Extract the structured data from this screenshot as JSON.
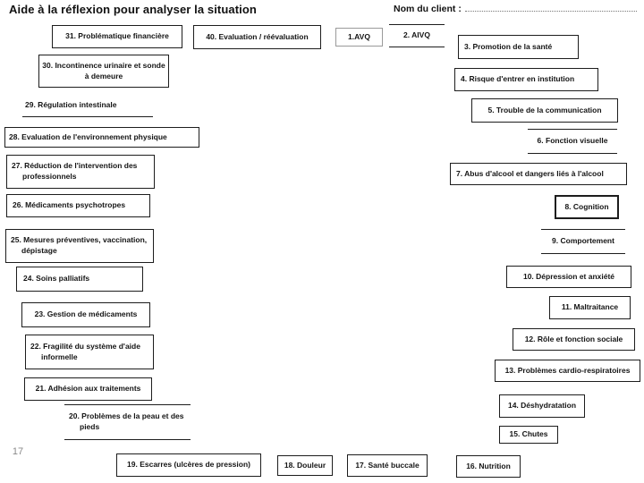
{
  "header": {
    "title": "Aide à la réflexion pour analyser la situation",
    "client_label": "Nom du client :"
  },
  "footer": {
    "page_number": "17"
  },
  "items": {
    "n1": {
      "label": "1.AVQ"
    },
    "n2": {
      "label": "2. AIVQ"
    },
    "n3": {
      "label": "3. Promotion de la santé"
    },
    "n4": {
      "label": "4. Risque d'entrer en institution"
    },
    "n5": {
      "label": "5. Trouble de la communication"
    },
    "n6": {
      "label": "6. Fonction visuelle"
    },
    "n7": {
      "label": "7. Abus d'alcool et dangers liés à l'alcool"
    },
    "n8": {
      "label": "8. Cognition"
    },
    "n9": {
      "label": "9. Comportement"
    },
    "n10": {
      "label": "10. Dépression et anxiété"
    },
    "n11": {
      "label": "11. Maltraitance"
    },
    "n12": {
      "label": "12. Rôle et fonction sociale"
    },
    "n13": {
      "label": "13. Problèmes cardio-respiratoires"
    },
    "n14": {
      "label": "14. Déshydratation"
    },
    "n15": {
      "label": "15. Chutes"
    },
    "n16": {
      "label": "16. Nutrition"
    },
    "n17": {
      "label": "17. Santé buccale"
    },
    "n18": {
      "label": "18. Douleur"
    },
    "n19": {
      "label": "19. Escarres (ulcères de pression)"
    },
    "n20": {
      "label": "20. Problèmes de la peau et des pieds"
    },
    "n21": {
      "label": "21. Adhésion aux traitements"
    },
    "n22": {
      "label": "22. Fragilité du système d'aide informelle"
    },
    "n23": {
      "label": "23. Gestion de médicaments"
    },
    "n24": {
      "label": "24. Soins palliatifs"
    },
    "n25": {
      "label": "25. Mesures préventives, vaccination, dépistage"
    },
    "n26": {
      "label": "26. Médicaments psychotropes"
    },
    "n27": {
      "label": "27. Réduction de l'intervention des professionnels"
    },
    "n28": {
      "label": "28. Evaluation de l'environnement physique"
    },
    "n29": {
      "label": "29. Régulation intestinale"
    },
    "n30": {
      "label": "30. Incontinence urinaire et sonde à demeure"
    },
    "n31": {
      "label": "31. Problématique financière"
    },
    "n40": {
      "label": "40. Evaluation / réévaluation"
    }
  }
}
